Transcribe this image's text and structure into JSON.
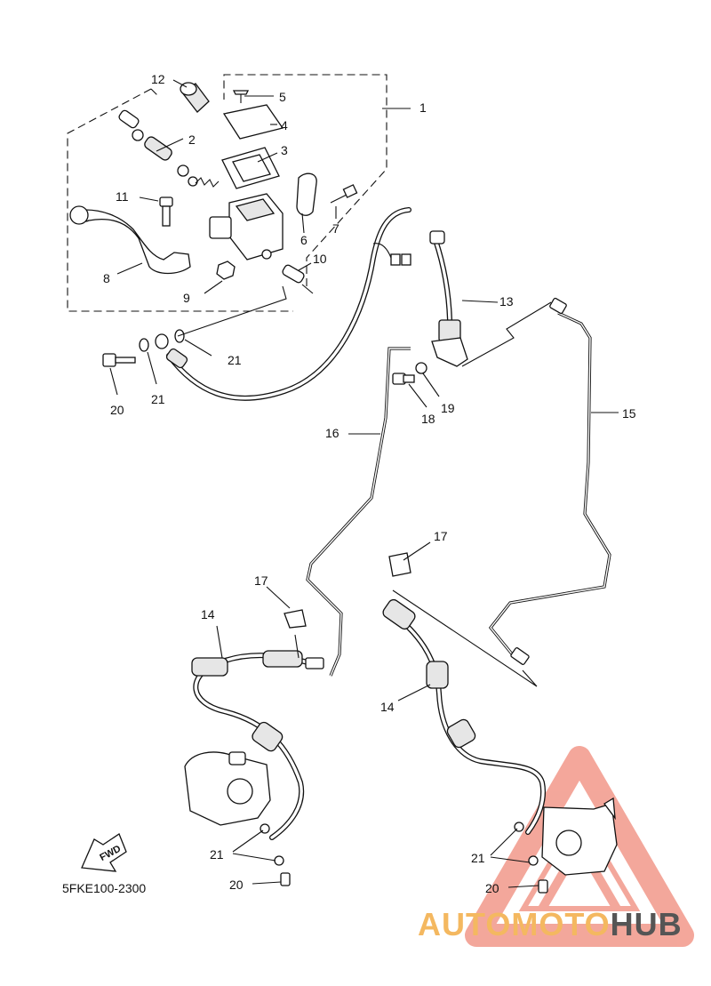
{
  "diagram": {
    "callouts": [
      {
        "id": "c1",
        "label": "1"
      },
      {
        "id": "c2",
        "label": "2"
      },
      {
        "id": "c3",
        "label": "3"
      },
      {
        "id": "c4",
        "label": "4"
      },
      {
        "id": "c5",
        "label": "5"
      },
      {
        "id": "c6",
        "label": "6"
      },
      {
        "id": "c7",
        "label": "7"
      },
      {
        "id": "c8",
        "label": "8"
      },
      {
        "id": "c9",
        "label": "9"
      },
      {
        "id": "c10",
        "label": "10"
      },
      {
        "id": "c11",
        "label": "11"
      },
      {
        "id": "c12",
        "label": "12"
      },
      {
        "id": "c13",
        "label": "13"
      },
      {
        "id": "c14a",
        "label": "14"
      },
      {
        "id": "c14b",
        "label": "14"
      },
      {
        "id": "c15",
        "label": "15"
      },
      {
        "id": "c16",
        "label": "16"
      },
      {
        "id": "c17a",
        "label": "17"
      },
      {
        "id": "c17b",
        "label": "17"
      },
      {
        "id": "c18",
        "label": "18"
      },
      {
        "id": "c19",
        "label": "19"
      },
      {
        "id": "c20a",
        "label": "20"
      },
      {
        "id": "c20b",
        "label": "20"
      },
      {
        "id": "c20c",
        "label": "20"
      },
      {
        "id": "c21a",
        "label": "21"
      },
      {
        "id": "c21b",
        "label": "21"
      },
      {
        "id": "c21c",
        "label": "21"
      },
      {
        "id": "c21d",
        "label": "21"
      }
    ],
    "direction_badge": "FWD",
    "diagram_code": "5FKE100-2300"
  },
  "watermark": {
    "part1": "AUTOMOTO",
    "part2": "HUB",
    "color_primary": "#f08a7a",
    "color_accent": "#f4b860",
    "color_dark": "#555555"
  }
}
